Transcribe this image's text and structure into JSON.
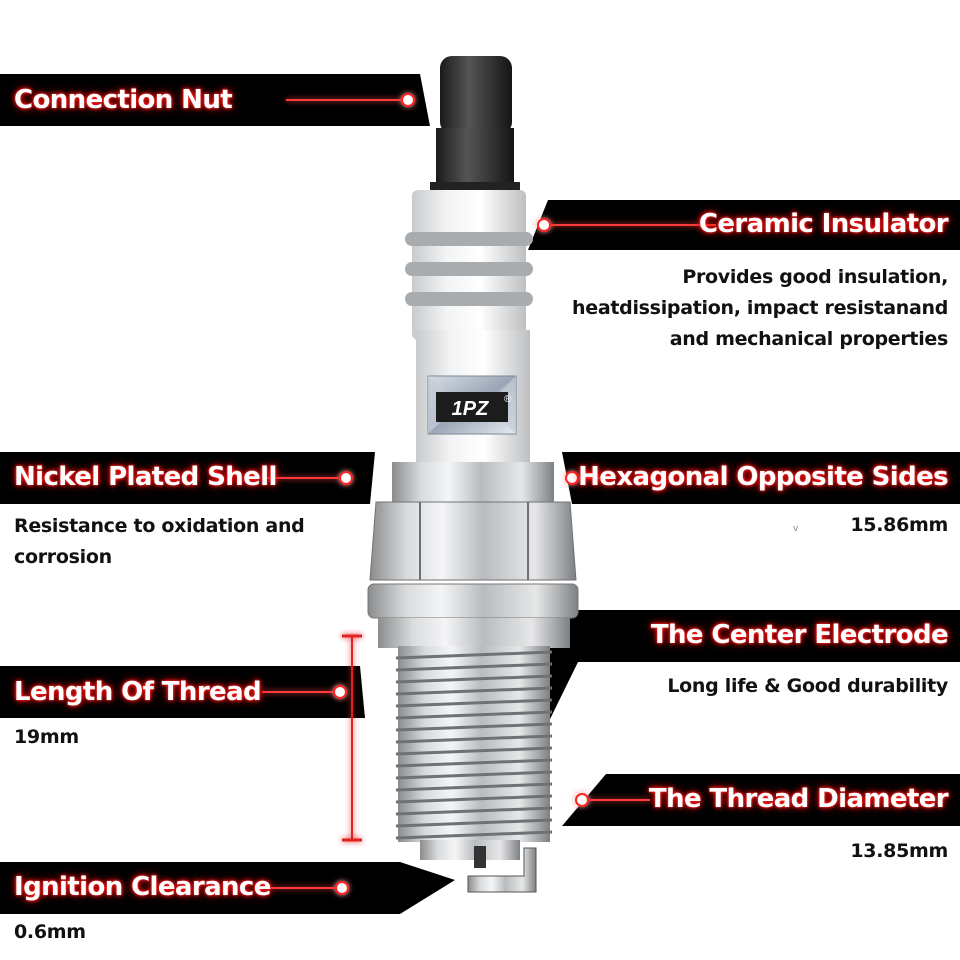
{
  "colors": {
    "band": "#000000",
    "glow": "#ff2020",
    "label_text": "#ffffff",
    "desc_text": "#111111",
    "measure_line": "#e02020"
  },
  "brand_mark": "1PZ",
  "brand_registered": "®",
  "callouts": {
    "connection_nut": {
      "label": "Connection Nut"
    },
    "ceramic_insulator": {
      "label": "Ceramic Insulator",
      "desc": [
        "Provides good insulation,",
        "heatdissipation, impact resistanand",
        "and mechanical properties"
      ]
    },
    "nickel_plated_shell": {
      "label": "Nickel Plated Shell",
      "desc": [
        "Resistance to oxidation and",
        "corrosion"
      ]
    },
    "hexagonal_opposite_sides": {
      "label": "Hexagonal Opposite Sides",
      "value": "15.86mm"
    },
    "center_electrode": {
      "label": "The Center Electrode",
      "desc": [
        "Long life & Good durability"
      ]
    },
    "length_of_thread": {
      "label": "Length Of Thread",
      "value": "19mm"
    },
    "thread_diameter": {
      "label": "The Thread Diameter",
      "value": "13.85mm"
    },
    "ignition_clearance": {
      "label": "Ignition Clearance",
      "value": "0.6mm"
    }
  },
  "stray_mark": "v"
}
